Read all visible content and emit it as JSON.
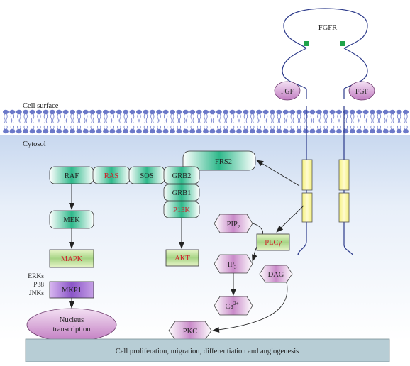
{
  "labels": {
    "fgfr": "FGFR",
    "fgf_left": "FGF",
    "fgf_right": "FGF",
    "cell_surface": "Cell surface",
    "cytosol": "Cytosol",
    "raf": "RAF",
    "ras": "RAS",
    "sos": "SOS",
    "grb2": "GRB2",
    "grb1": "GRB1",
    "frs2": "FRS2",
    "p13k": "P13K",
    "akt": "AKT",
    "mek": "MEK",
    "mapk": "MAPK",
    "erks": "ERKs",
    "p38": "P38",
    "jnks": "JNKs",
    "mkp1": "MKP1",
    "nucleus_line1": "Nucleus",
    "nucleus_line2": "transcription",
    "pip2_base": "PIP",
    "pip2_sub": "2",
    "plc_base": "PLC",
    "plc_greek": "γ",
    "ip3_base": "IP",
    "ip3_sub": "3",
    "dag": "DAG",
    "ca_base": "Ca",
    "ca_sup": "2+",
    "pkc": "PKC",
    "bottom_bar": "Cell proliferation, migration, differentiation and angiogenesis"
  },
  "colors": {
    "red_text": "#d0202a",
    "green_box": "#2db88a",
    "purple_box": "#b865b8",
    "yellow_box": "#f4f07a",
    "membrane": "#6b79c9",
    "bar_fill": "#b7cdd5"
  }
}
